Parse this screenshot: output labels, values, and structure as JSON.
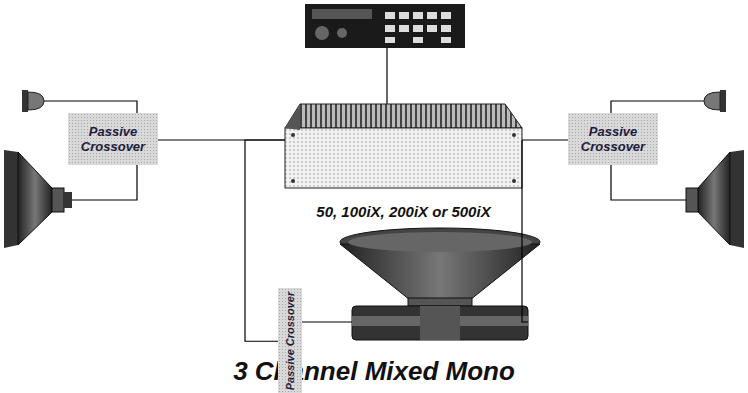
{
  "diagram": {
    "caption": "3 Channel Mixed Mono",
    "nodes": [
      {
        "text": [
          "Passive Crossover"
        ]
      },
      {
        "text": [
          "50, 100iX, 200iX or 500iX"
        ]
      },
      {
        "text": [
          "Passive Crossover"
        ]
      },
      {
        "text": [
          "Passive Crossover"
        ]
      }
    ],
    "edges": [
      {
        "from": 1,
        "to": 0,
        "arrow": "none"
      },
      {
        "from": 1,
        "to": 2,
        "arrow": "none"
      },
      {
        "from": 1,
        "to": 3,
        "arrow": "none"
      }
    ]
  }
}
